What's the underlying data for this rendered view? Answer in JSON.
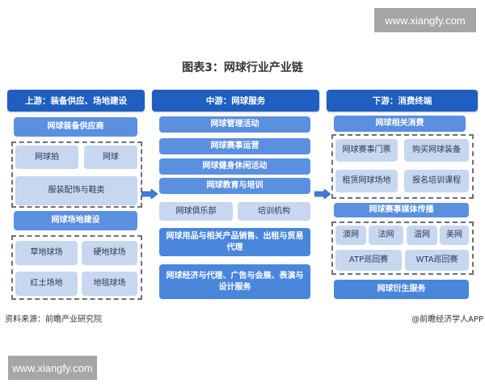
{
  "watermark": {
    "top": "www.xiangfy.com",
    "bottom": "www.xiangfy.com"
  },
  "title": "图表3：网球行业产业链",
  "upstream": {
    "header": "上游：装备供应、场地建设",
    "equipment": {
      "label": "网球装备供应商",
      "items": [
        "网球拍",
        "网球",
        "服装配饰与鞋类"
      ]
    },
    "venue": {
      "label": "网球场地建设",
      "items": [
        "草地球场",
        "硬地球场",
        "红土场地",
        "地毯球场"
      ]
    }
  },
  "midstream": {
    "header": "中游：网球服务",
    "items": [
      "网球管理活动",
      "网球赛事运营",
      "网球健身休闲活动",
      "网球教育与培训"
    ],
    "sub_items": [
      "网球俱乐部",
      "培训机构"
    ],
    "extra": [
      "网球用品与相关产品销售、出租与贸易代理",
      "网球经济与代理、广告与会展、表演与设计服务"
    ]
  },
  "downstream": {
    "header": "下游：消费终端",
    "consumption": {
      "label": "网球相关消费",
      "items": [
        "网球赛事门票",
        "购买网球装备",
        "租赁网球场地",
        "报名培训课程"
      ]
    },
    "media": {
      "label": "网球赛事媒体传播",
      "items": [
        "澳网",
        "法网",
        "温网",
        "美网",
        "ATP巡回赛",
        "WTA巡回赛"
      ]
    },
    "derivative": "网球衍生服务"
  },
  "footer": {
    "source": "资料来源：前瞻产业研究院",
    "credit": "@前瞻经济学人APP"
  },
  "colors": {
    "header": "#1e5fc1",
    "mid": "#5b8fe0",
    "light": "#c7d7ef",
    "arrow": "#3f7fd6"
  }
}
